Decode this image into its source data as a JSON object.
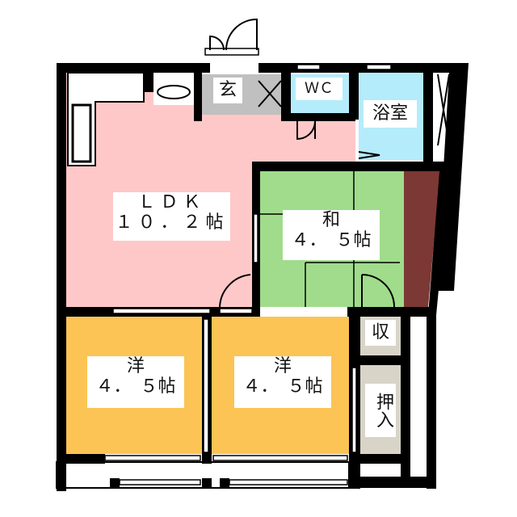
{
  "rooms": {
    "ldk": {
      "name": "ＬＤＫ",
      "size": "１０．２帖",
      "color": "#ffc8c8"
    },
    "washitsu": {
      "name": "和",
      "size": "４．　５帖",
      "color": "#a0dc8c"
    },
    "yo1": {
      "name": "洋",
      "size": "４．　５帖",
      "color": "#fcc454"
    },
    "yo2": {
      "name": "洋",
      "size": "４．　５帖",
      "color": "#fcc454"
    },
    "genkan": {
      "name": "玄",
      "color": "#c0c0c0"
    },
    "wc": {
      "name": "ＷＣ",
      "color": "#b4ecfc"
    },
    "bath": {
      "name": "浴室",
      "color": "#b4ecfc"
    },
    "storage": {
      "name": "収",
      "color": "#d8d4c8"
    },
    "closet": {
      "name": "押入",
      "color": "#d8d4c8"
    },
    "tokonoma": {
      "color": "#7c3834"
    }
  },
  "colors": {
    "wall": "#000000",
    "background": "#ffffff"
  }
}
